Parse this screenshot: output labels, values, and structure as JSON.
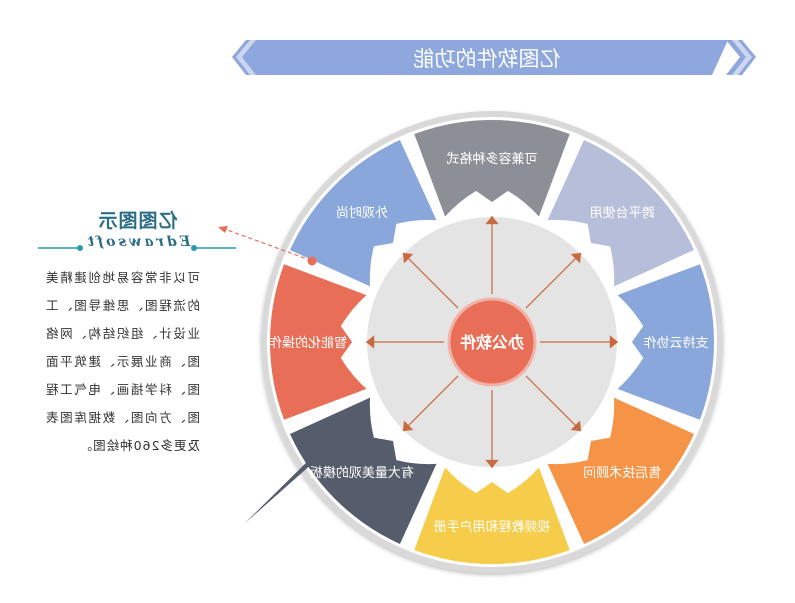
{
  "banner": {
    "title": "亿图软件的功能"
  },
  "center": {
    "label": "办公软件"
  },
  "segments": [
    {
      "label": "可兼容多种格式",
      "color": "#8c8f96"
    },
    {
      "label": "跨平台使用",
      "color": "#b7bed9"
    },
    {
      "label": "支持云协作",
      "color": "#8aa7dc"
    },
    {
      "label": "售后技术顾问",
      "color": "#f59447"
    },
    {
      "label": "视频教程和用户手册",
      "color": "#f5cd4a"
    },
    {
      "label": "有大量美观的模板",
      "color": "#555c6b"
    },
    {
      "label": "智能化的操作",
      "color": "#e96e58"
    },
    {
      "label": "外观时尚",
      "color": "#8aa7dc"
    }
  ],
  "side": {
    "title": "亿图图示",
    "subtitle": "Edrawsoft",
    "body": "可以非常容易地创建精美的流程图、思维导图、工业设计、组织结构、网络图、商业展示、建筑平面图、科学插画、电气工程图、方向图、数据库图表及更多260种绘图。"
  },
  "colors": {
    "banner": "#8ea7dc",
    "accent": "#e96e58",
    "arrow": "#c76a3f",
    "inner_ring": "#e4e4e4",
    "outer_ring": "#d9d9d9",
    "side_text": "#2c6e86"
  }
}
